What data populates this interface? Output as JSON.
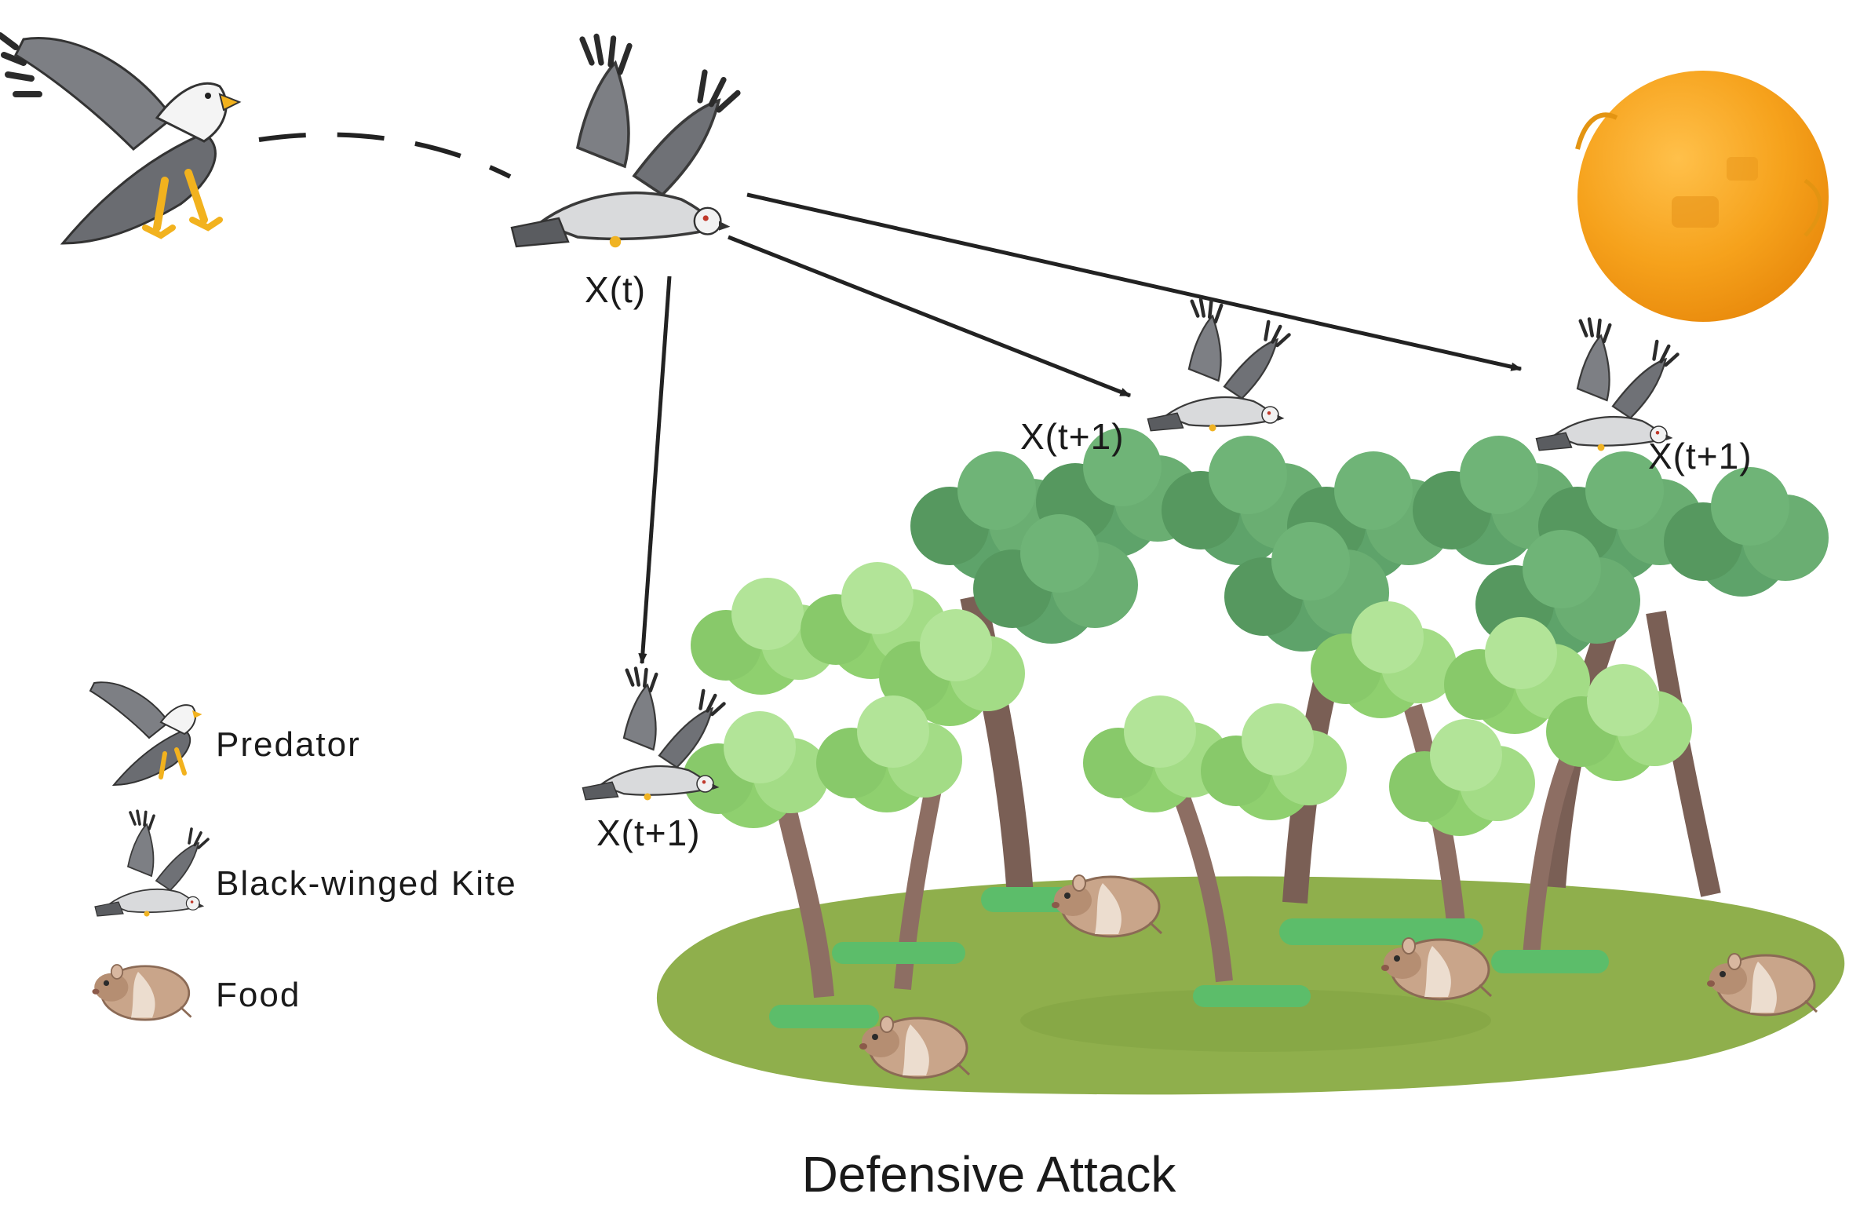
{
  "figure": {
    "caption": "Defensive Attack",
    "current_position_label": "X(t)",
    "next_position_labels": [
      "X(t+1)",
      "X(t+1)",
      "X(t+1)"
    ]
  },
  "legend": {
    "items": [
      {
        "label": "Predator",
        "icon": "predator-eagle-icon"
      },
      {
        "label": "Black-winged Kite",
        "icon": "kite-icon"
      },
      {
        "label": "Food",
        "icon": "hamster-food-icon"
      }
    ]
  },
  "colors": {
    "sun": "#f6a21c",
    "grass": "#8faf4c",
    "tree_dark": "#5ea36a",
    "tree_light": "#9fd882",
    "trunk": "#8d6e63",
    "kite_gray": "#8e9094",
    "arrow": "#222222"
  }
}
